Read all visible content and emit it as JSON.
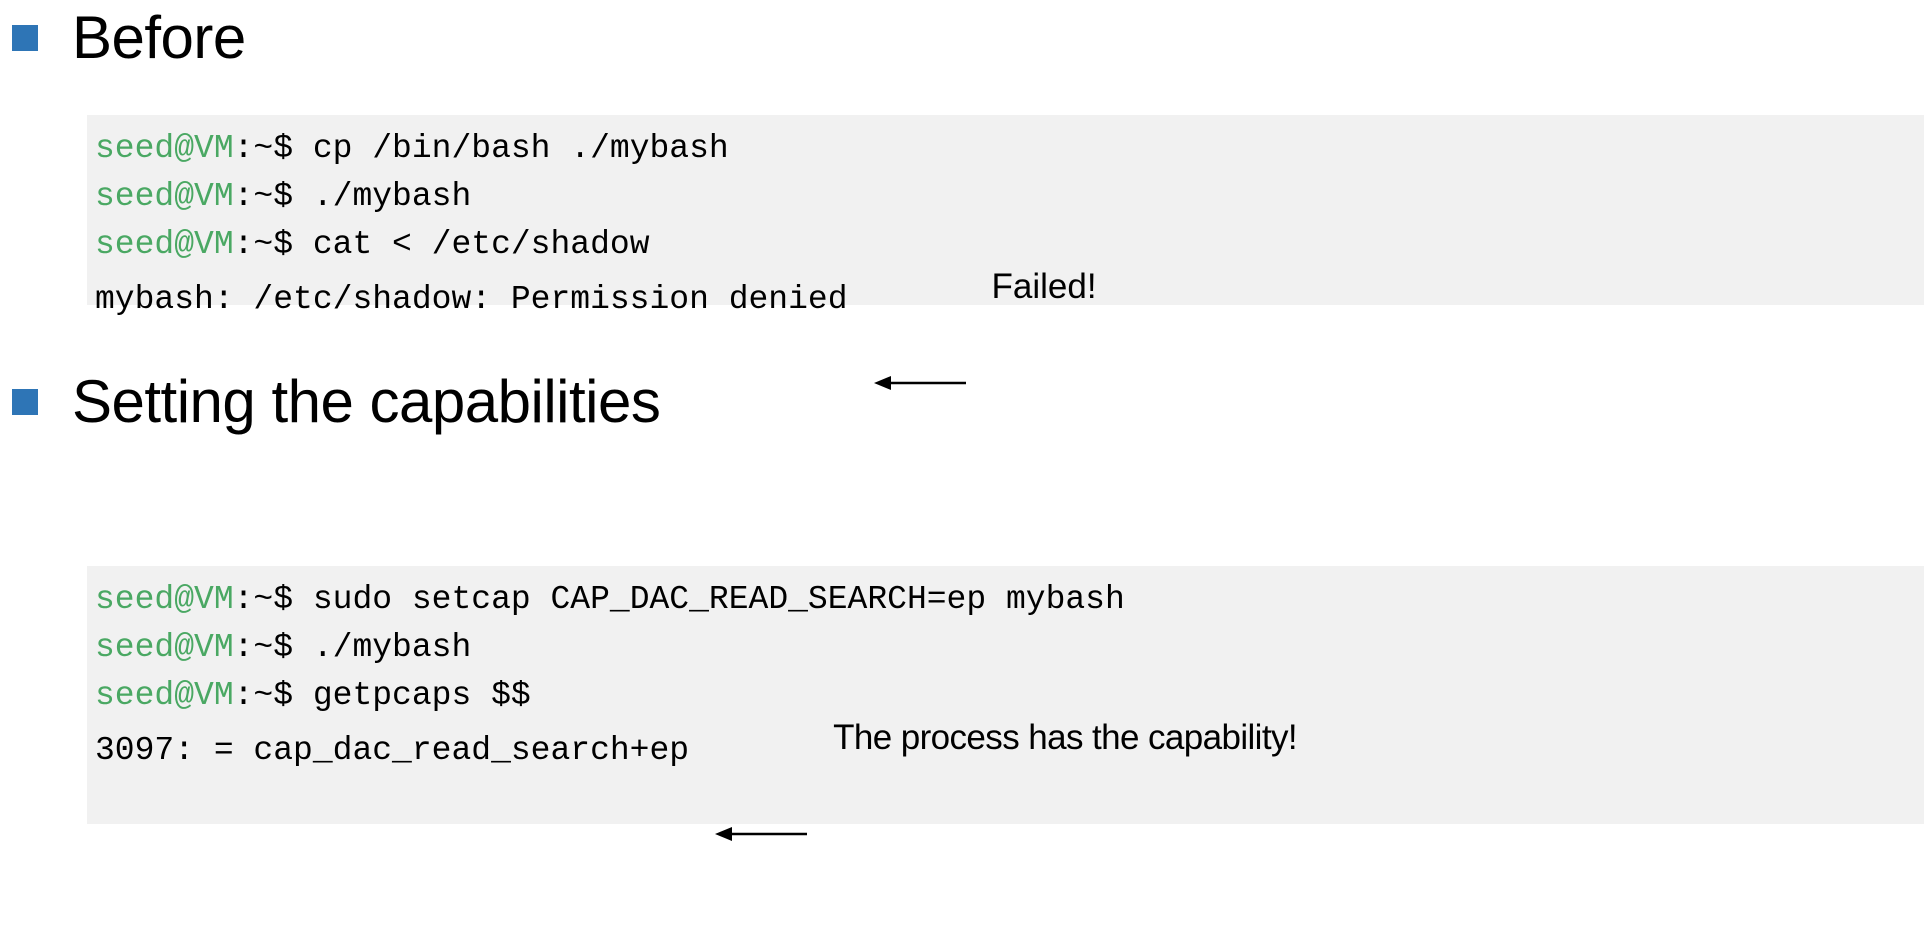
{
  "slide": {
    "background_color": "#ffffff",
    "bullet_color": "#2E75B6",
    "terminal_background": "#f1f1f1",
    "prompt_color": "#4aa863"
  },
  "sections": [
    {
      "heading": "Before",
      "terminal": {
        "lines": [
          {
            "prompt": "seed@VM",
            "sep": ":~$ ",
            "command": "cp /bin/bash ./mybash"
          },
          {
            "prompt": "seed@VM",
            "sep": ":~$ ",
            "command": "./mybash"
          },
          {
            "prompt": "seed@VM",
            "sep": ":~$ ",
            "command": "cat < /etc/shadow"
          },
          {
            "prompt": "",
            "sep": "",
            "command": "mybash: /etc/shadow: Permission denied"
          }
        ],
        "annotation": {
          "arrow": "left-arrow",
          "text": "Failed!"
        }
      }
    },
    {
      "heading": "Setting the capabilities",
      "terminal": {
        "lines": [
          {
            "prompt": "seed@VM",
            "sep": ":~$ ",
            "command": "sudo setcap CAP_DAC_READ_SEARCH=ep mybash"
          },
          {
            "prompt": "seed@VM",
            "sep": ":~$ ",
            "command": "./mybash"
          },
          {
            "prompt": "seed@VM",
            "sep": ":~$ ",
            "command": "getpcaps $$"
          },
          {
            "prompt": "",
            "sep": "",
            "command": "3097: = cap_dac_read_search+ep"
          }
        ],
        "annotation": {
          "arrow": "left-arrow",
          "text": "The process has the capability!"
        }
      }
    }
  ]
}
